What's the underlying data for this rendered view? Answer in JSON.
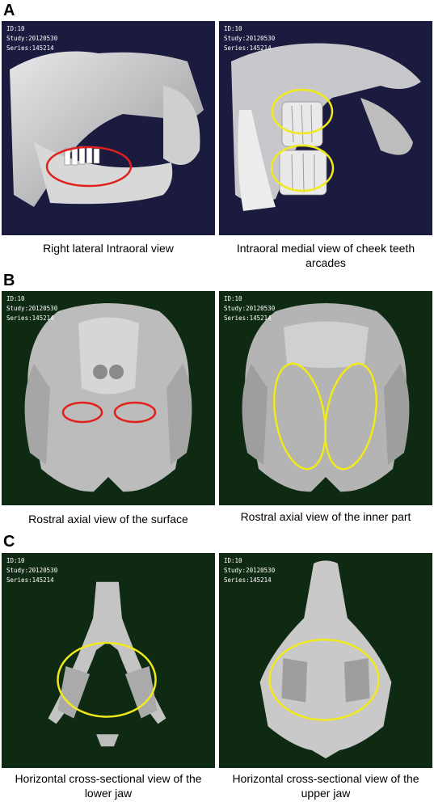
{
  "sections": [
    {
      "letter": "A",
      "panels": [
        {
          "id_text": "ID:10",
          "study_text": "Study:20120530",
          "series_text": "Series:145214",
          "caption": "Right lateral Intraoral view",
          "bg": "#1b1a3f"
        },
        {
          "id_text": "ID:10",
          "study_text": "Study:20120530",
          "series_text": "Series:145214",
          "caption": "Intraoral medial view of cheek teeth arcades",
          "bg": "#1b1a3f"
        }
      ]
    },
    {
      "letter": "B",
      "panels": [
        {
          "id_text": "ID:10",
          "study_text": "Study:20120530",
          "series_text": "Series:145214",
          "caption": "Rostral axial view of the surface",
          "bg": "#0f2a12"
        },
        {
          "id_text": "ID:10",
          "study_text": "Study:20120530",
          "series_text": "Series:145214",
          "caption": "Rostral axial view of the inner part",
          "bg": "#0f2a12"
        }
      ]
    },
    {
      "letter": "C",
      "panels": [
        {
          "id_text": "ID:10",
          "study_text": "Study:20120530",
          "series_text": "Series:145214",
          "caption": "Horizontal cross-sectional view of the lower jaw",
          "bg": "#0f2a12"
        },
        {
          "id_text": "ID:10",
          "study_text": "Study:20120530",
          "series_text": "Series:145214",
          "caption": "Horizontal cross-sectional view of the upper jaw",
          "bg": "#0f2a12"
        }
      ]
    }
  ],
  "highlight_colors": {
    "red": "#e0201c",
    "yellow": "#f0ea1c"
  }
}
